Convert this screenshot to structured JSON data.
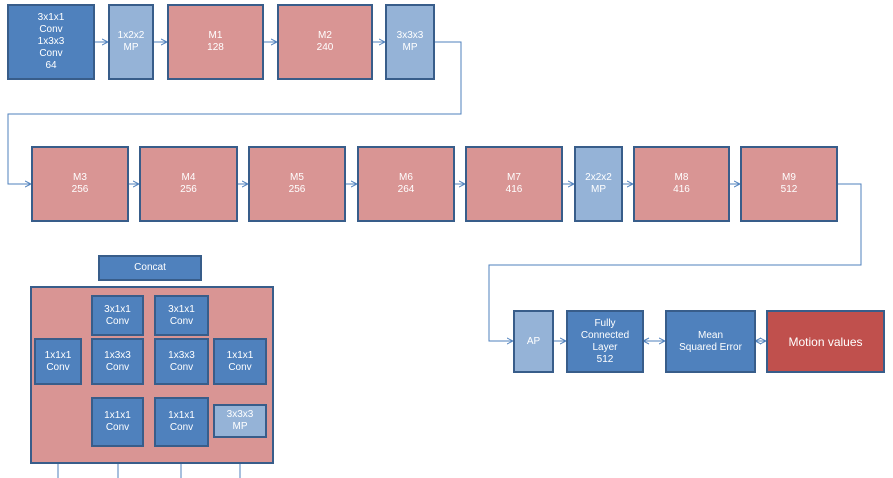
{
  "row1": {
    "conv_block": "3x1x1\nConv\n1x3x3\nConv\n64",
    "mp1": "1x2x2\nMP",
    "m1": "M1\n128",
    "m2": "M2\n240",
    "mp2": "3x3x3\nMP"
  },
  "row2": {
    "m3": "M3\n256",
    "m4": "M4\n256",
    "m5": "M5\n256",
    "m6": "M6\n264",
    "m7": "M7\n416",
    "mp3": "2x2x2\nMP",
    "m8": "M8\n416",
    "m9": "M9\n512"
  },
  "row3": {
    "ap": "AP",
    "fc": "Fully\nConnected\nLayer\n512",
    "mse": "Mean\nSquared Error",
    "motion": "Motion values"
  },
  "inception": {
    "concat": "Concat",
    "b1_conv1": "1x1x1\nConv",
    "b2_top": "3x1x1\nConv",
    "b2_mid": "1x3x3\nConv",
    "b2_bottom": "1x1x1\nConv",
    "b3_top": "3x1x1\nConv",
    "b3_mid": "1x3x3\nConv",
    "b3_bottom": "1x1x1\nConv",
    "b4_conv": "1x1x1\nConv",
    "b4_mp": "3x3x3\nMP"
  },
  "colors": {
    "dark_blue": "#4f81bd",
    "light_blue": "#95b3d7",
    "pink": "#d99594",
    "red": "#c0504d",
    "border": "#385d8a",
    "arrow": "#4f81bd"
  }
}
